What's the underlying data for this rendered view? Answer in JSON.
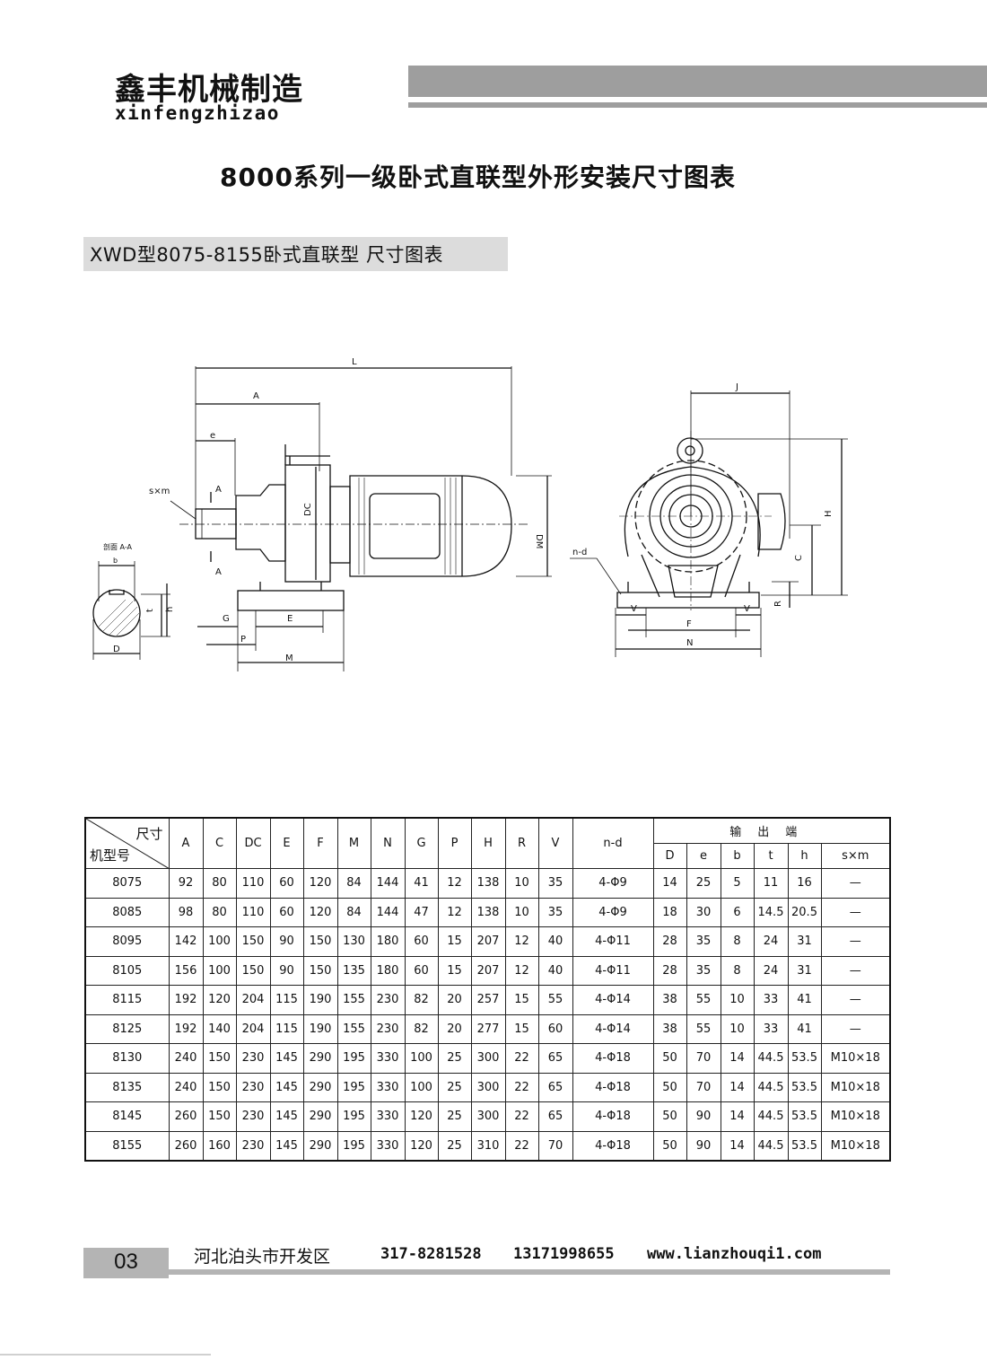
{
  "brand": {
    "name_cn": "鑫丰机械制造",
    "name_en": "xinfengzhizao"
  },
  "title": "8000系列一级卧式直联型外形安装尺寸图表",
  "subtitle": "XWD型8075-8155卧式直联型 尺寸图表",
  "drawing": {
    "labels": [
      "L",
      "A",
      "e",
      "s×m",
      "A",
      "A",
      "DC",
      "DM",
      "G",
      "E",
      "P",
      "M",
      "剖面 A-A",
      "b",
      "t",
      "h",
      "D",
      "J",
      "H",
      "C",
      "R",
      "n-d",
      "V",
      "V",
      "F",
      "N"
    ]
  },
  "table": {
    "corner_top": "尺寸",
    "corner_bottom": "机型号",
    "columns": [
      "A",
      "C",
      "DC",
      "E",
      "F",
      "M",
      "N",
      "G",
      "P",
      "H",
      "R",
      "V",
      "n-d"
    ],
    "output_group": "输出端",
    "output_columns": [
      "D",
      "e",
      "b",
      "t",
      "h",
      "s×m"
    ],
    "rows": [
      [
        "8075",
        "92",
        "80",
        "110",
        "60",
        "120",
        "84",
        "144",
        "41",
        "12",
        "138",
        "10",
        "35",
        "4-Φ9",
        "14",
        "25",
        "5",
        "11",
        "16",
        "—"
      ],
      [
        "8085",
        "98",
        "80",
        "110",
        "60",
        "120",
        "84",
        "144",
        "47",
        "12",
        "138",
        "10",
        "35",
        "4-Φ9",
        "18",
        "30",
        "6",
        "14.5",
        "20.5",
        "—"
      ],
      [
        "8095",
        "142",
        "100",
        "150",
        "90",
        "150",
        "130",
        "180",
        "60",
        "15",
        "207",
        "12",
        "40",
        "4-Φ11",
        "28",
        "35",
        "8",
        "24",
        "31",
        "—"
      ],
      [
        "8105",
        "156",
        "100",
        "150",
        "90",
        "150",
        "135",
        "180",
        "60",
        "15",
        "207",
        "12",
        "40",
        "4-Φ11",
        "28",
        "35",
        "8",
        "24",
        "31",
        "—"
      ],
      [
        "8115",
        "192",
        "120",
        "204",
        "115",
        "190",
        "155",
        "230",
        "82",
        "20",
        "257",
        "15",
        "55",
        "4-Φ14",
        "38",
        "55",
        "10",
        "33",
        "41",
        "—"
      ],
      [
        "8125",
        "192",
        "140",
        "204",
        "115",
        "190",
        "155",
        "230",
        "82",
        "20",
        "277",
        "15",
        "60",
        "4-Φ14",
        "38",
        "55",
        "10",
        "33",
        "41",
        "—"
      ],
      [
        "8130",
        "240",
        "150",
        "230",
        "145",
        "290",
        "195",
        "330",
        "100",
        "25",
        "300",
        "22",
        "65",
        "4-Φ18",
        "50",
        "70",
        "14",
        "44.5",
        "53.5",
        "M10×18"
      ],
      [
        "8135",
        "240",
        "150",
        "230",
        "145",
        "290",
        "195",
        "330",
        "100",
        "25",
        "300",
        "22",
        "65",
        "4-Φ18",
        "50",
        "70",
        "14",
        "44.5",
        "53.5",
        "M10×18"
      ],
      [
        "8145",
        "260",
        "150",
        "230",
        "145",
        "290",
        "195",
        "330",
        "120",
        "25",
        "300",
        "22",
        "65",
        "4-Φ18",
        "50",
        "90",
        "14",
        "44.5",
        "53.5",
        "M10×18"
      ],
      [
        "8155",
        "260",
        "160",
        "230",
        "145",
        "290",
        "195",
        "330",
        "120",
        "25",
        "310",
        "22",
        "70",
        "4-Φ18",
        "50",
        "90",
        "14",
        "44.5",
        "53.5",
        "M10×18"
      ]
    ]
  },
  "footer": {
    "page": "03",
    "address": "河北泊头市开发区",
    "phone1": "317-8281528",
    "phone2": "13171998655",
    "website": "www.lianzhouqi1.com"
  }
}
